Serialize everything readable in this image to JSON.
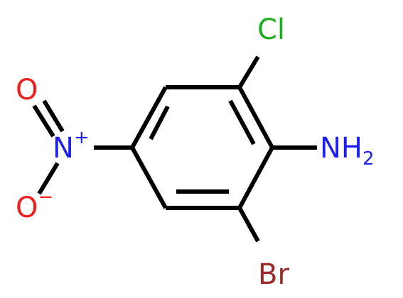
{
  "molecule": {
    "atoms": {
      "chlorine": {
        "symbol": "Cl",
        "color": "#1fae1f"
      },
      "bromine": {
        "symbol": "Br",
        "color": "#9a2a2a"
      },
      "amine": {
        "symbol": "NH",
        "subscript": "2",
        "color": "#1f1fee"
      },
      "nitro_nitrogen": {
        "symbol": "N",
        "charge": "+",
        "color": "#1f1fee"
      },
      "oxygen_top": {
        "symbol": "O",
        "color": "#ee1f1f"
      },
      "oxygen_bottom": {
        "symbol": "O",
        "charge": "−",
        "color": "#ee1f1f"
      }
    },
    "bond_color": "#000000"
  }
}
